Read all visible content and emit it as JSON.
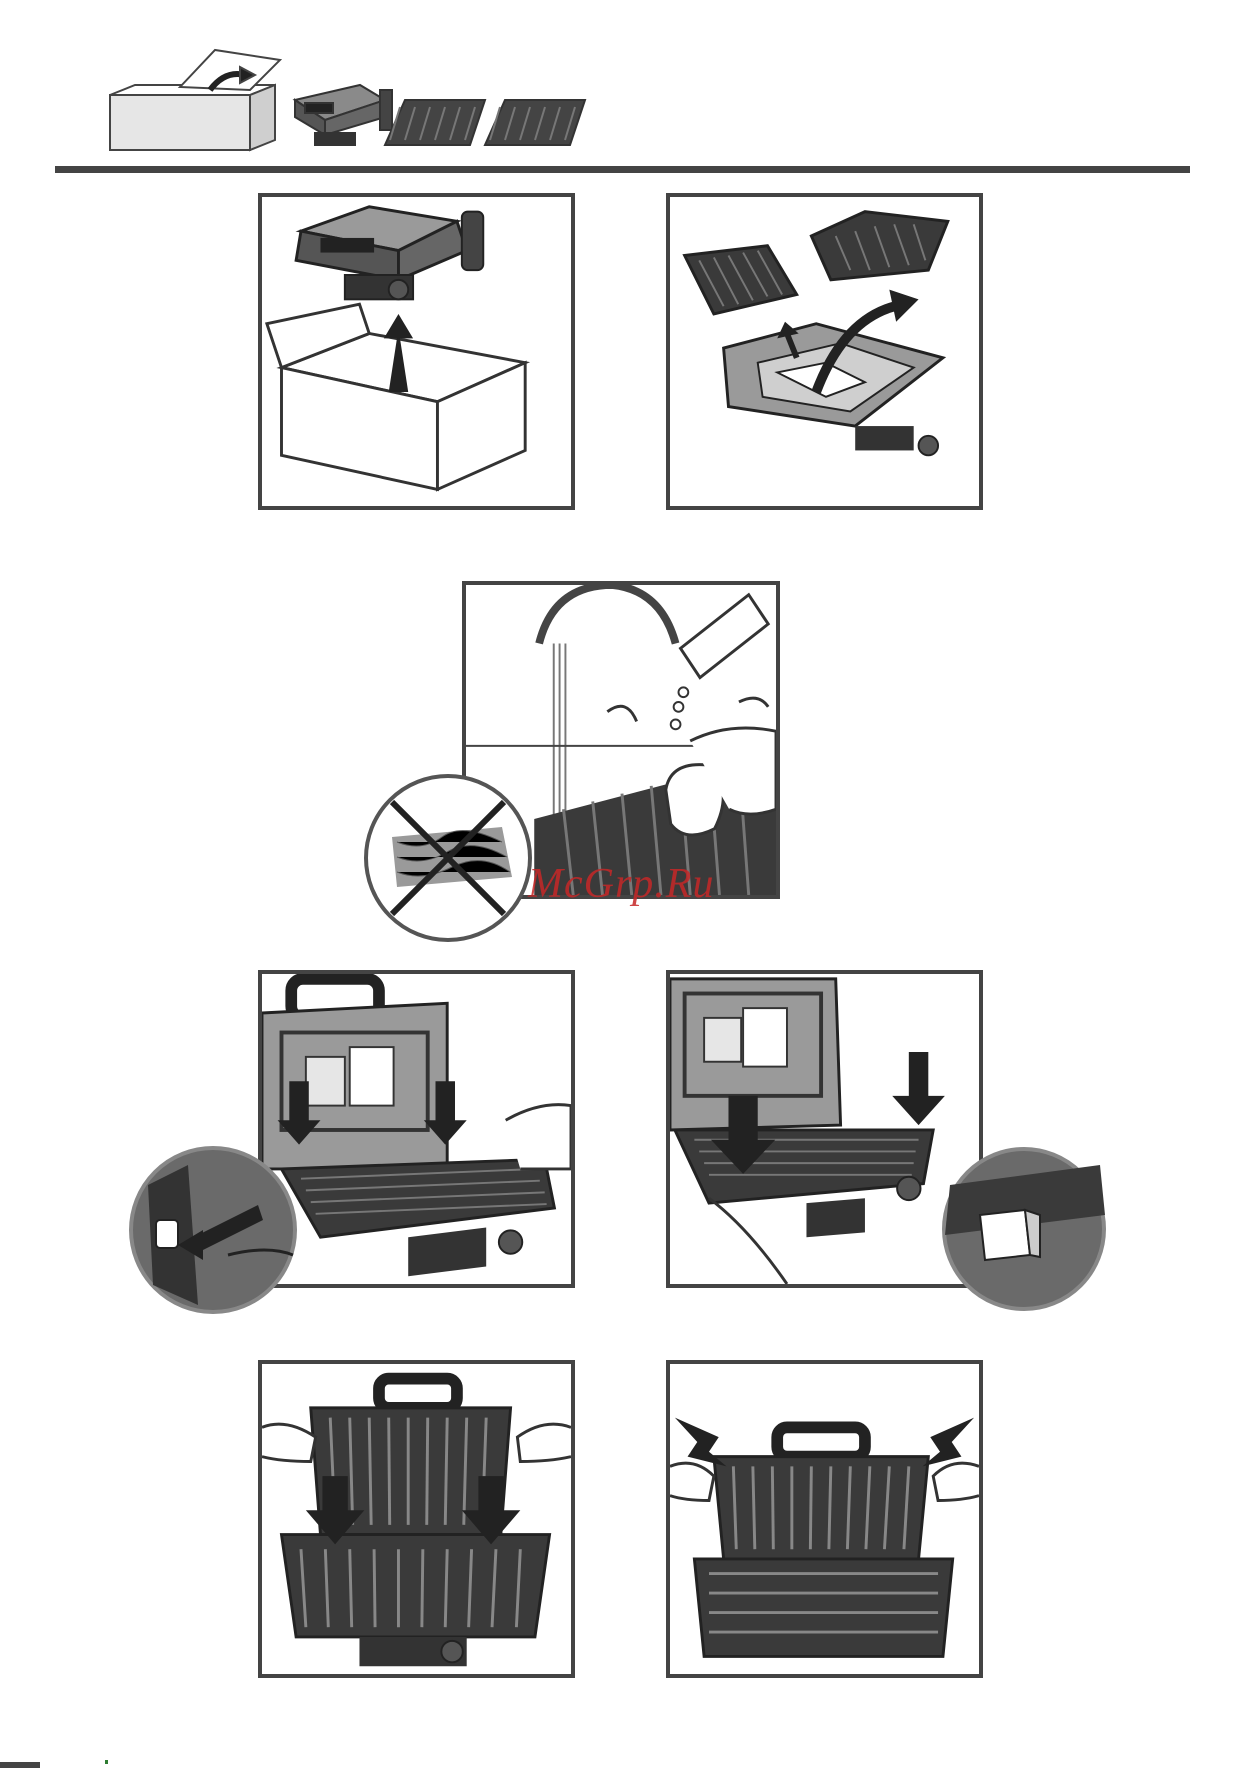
{
  "watermark": {
    "text": "McGrp.Ru",
    "color": "#c62828"
  },
  "colors": {
    "line": "#444444",
    "grill": "#3a3a3a",
    "metal": "#9a9a9a",
    "arrow": "#222222"
  },
  "header": {
    "items": [
      "box-open-icon",
      "grill-closed-icon",
      "plate-icon",
      "plate-icon"
    ]
  },
  "panels": [
    {
      "step": "unpack-grill",
      "icon": "box-lift-icon"
    },
    {
      "step": "remove-plates",
      "icon": "plates-remove-icon"
    },
    {
      "step": "wash-plates",
      "icon": "sink-wash-icon",
      "prohibited": "steel-wool-icon"
    },
    {
      "step": "insert-lower-plate",
      "icon": "plate-clip-icon"
    },
    {
      "step": "press-lower-plate",
      "icon": "plate-press-icon"
    },
    {
      "step": "insert-upper-plate",
      "icon": "upper-plate-icon"
    },
    {
      "step": "press-upper-plate",
      "icon": "upper-press-icon"
    }
  ]
}
